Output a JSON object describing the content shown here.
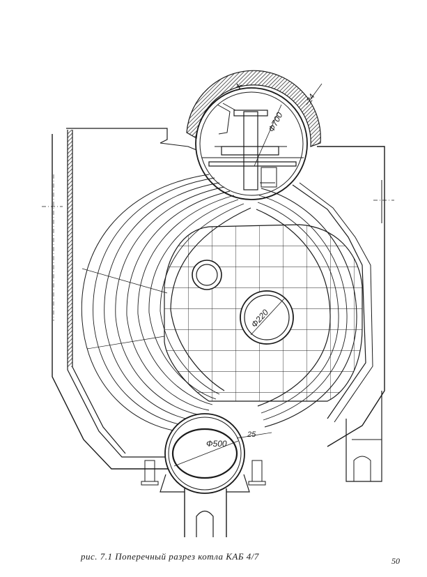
{
  "drawing": {
    "caption": "рис. 7.1 Поперечный разрез котла КАБ 4/7",
    "page_number": "50",
    "dimensions": {
      "upper_drum_diameter": "Ф700",
      "insulation_thickness": "24",
      "manhole_diameter": "Ф220",
      "lower_drum_diameter": "Ф500",
      "lower_dimension": "25"
    }
  }
}
